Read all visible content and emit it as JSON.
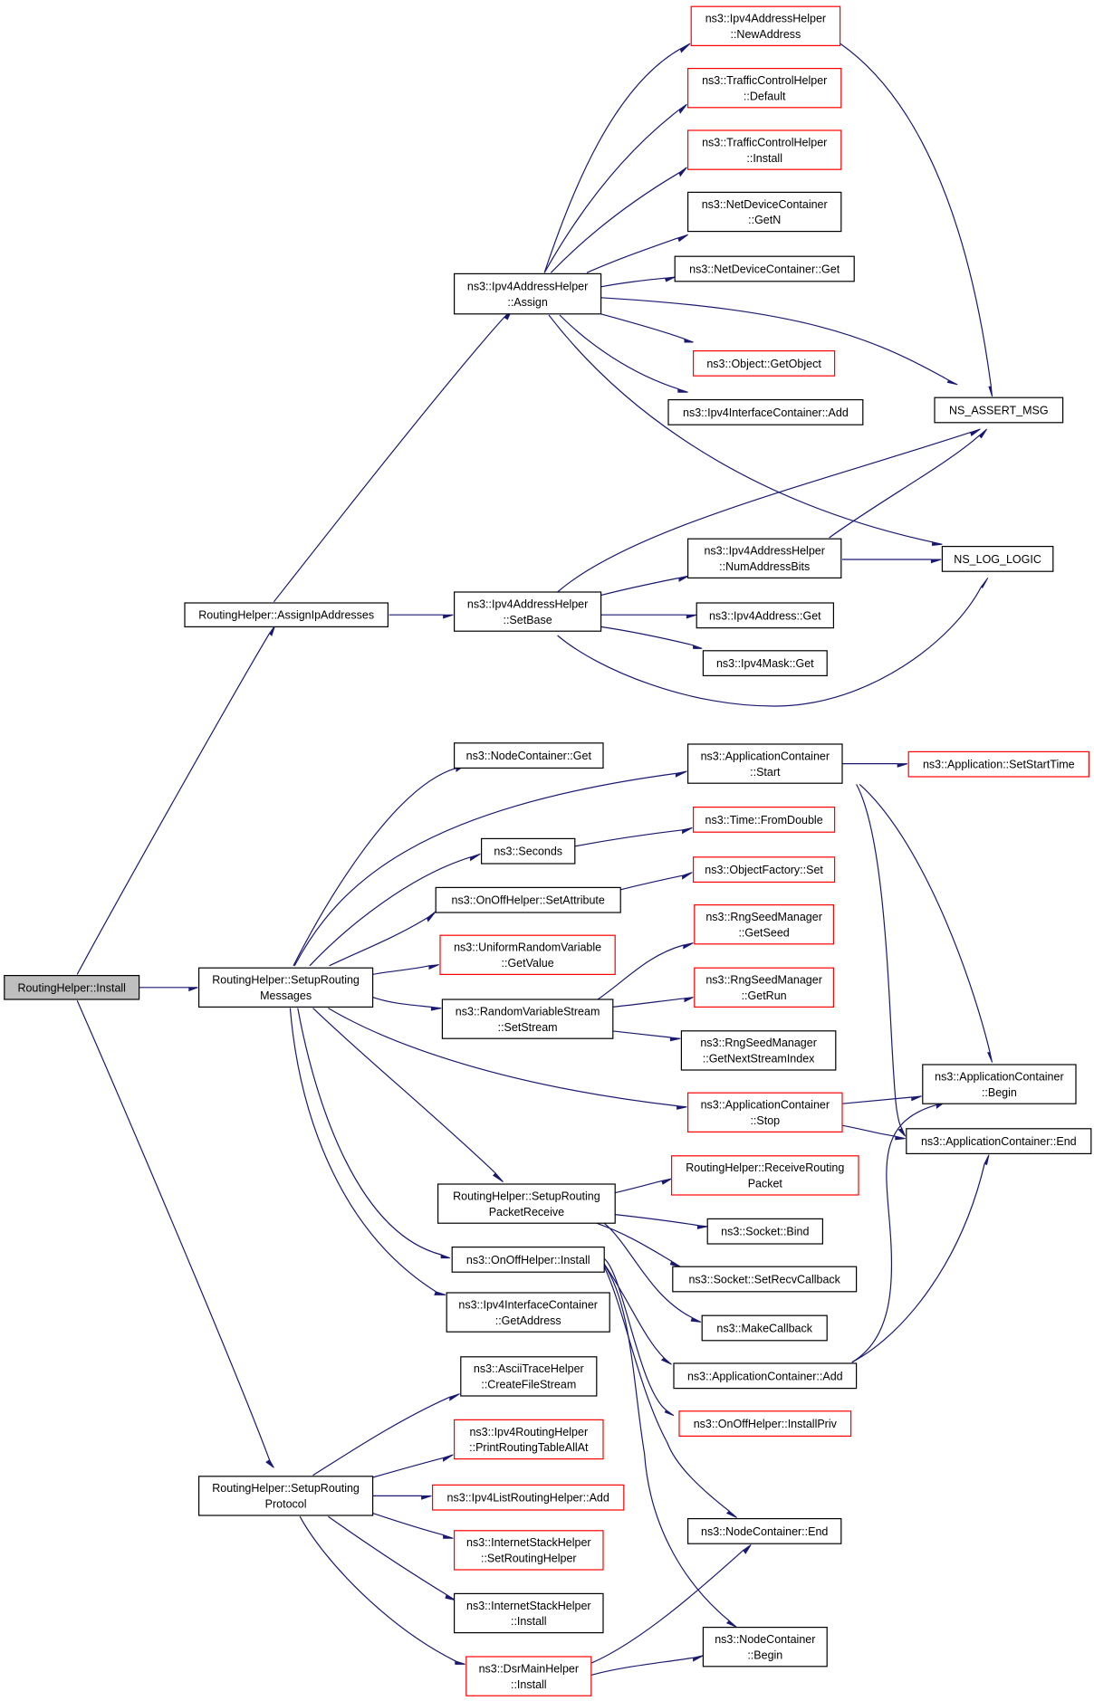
{
  "graph": {
    "nodes": [
      {
        "id": "root",
        "lines": [
          "RoutingHelper::Install"
        ],
        "style": "root"
      },
      {
        "id": "assignIp",
        "lines": [
          "RoutingHelper::AssignIpAddresses"
        ],
        "style": "normal"
      },
      {
        "id": "setupMsg",
        "lines": [
          "RoutingHelper::SetupRouting",
          "Messages"
        ],
        "style": "normal"
      },
      {
        "id": "setupProto",
        "lines": [
          "RoutingHelper::SetupRouting",
          "Protocol"
        ],
        "style": "normal"
      },
      {
        "id": "v4Assign",
        "lines": [
          "ns3::Ipv4AddressHelper",
          "::Assign"
        ],
        "style": "normal"
      },
      {
        "id": "v4SetBase",
        "lines": [
          "ns3::Ipv4AddressHelper",
          "::SetBase"
        ],
        "style": "normal"
      },
      {
        "id": "v4NewAddr",
        "lines": [
          "ns3::Ipv4AddressHelper",
          "::NewAddress"
        ],
        "style": "red"
      },
      {
        "id": "tcDefault",
        "lines": [
          "ns3::TrafficControlHelper",
          "::Default"
        ],
        "style": "red"
      },
      {
        "id": "tcInstall",
        "lines": [
          "ns3::TrafficControlHelper",
          "::Install"
        ],
        "style": "red"
      },
      {
        "id": "ndcGetN",
        "lines": [
          "ns3::NetDeviceContainer",
          "::GetN"
        ],
        "style": "normal"
      },
      {
        "id": "ndcGet",
        "lines": [
          "ns3::NetDeviceContainer::Get"
        ],
        "style": "normal"
      },
      {
        "id": "objGet",
        "lines": [
          "ns3::Object::GetObject"
        ],
        "style": "red"
      },
      {
        "id": "v4icAdd",
        "lines": [
          "ns3::Ipv4InterfaceContainer::Add"
        ],
        "style": "normal"
      },
      {
        "id": "assertMsg",
        "lines": [
          "NS_ASSERT_MSG"
        ],
        "style": "normal"
      },
      {
        "id": "logLogic",
        "lines": [
          "NS_LOG_LOGIC"
        ],
        "style": "normal"
      },
      {
        "id": "numAddrBits",
        "lines": [
          "ns3::Ipv4AddressHelper",
          "::NumAddressBits"
        ],
        "style": "normal"
      },
      {
        "id": "v4AddrGet",
        "lines": [
          "ns3::Ipv4Address::Get"
        ],
        "style": "normal"
      },
      {
        "id": "v4MaskGet",
        "lines": [
          "ns3::Ipv4Mask::Get"
        ],
        "style": "normal"
      },
      {
        "id": "ncGet",
        "lines": [
          "ns3::NodeContainer::Get"
        ],
        "style": "normal"
      },
      {
        "id": "appStart",
        "lines": [
          "ns3::ApplicationContainer",
          "::Start"
        ],
        "style": "normal"
      },
      {
        "id": "appSetStart",
        "lines": [
          "ns3::Application::SetStartTime"
        ],
        "style": "red"
      },
      {
        "id": "seconds",
        "lines": [
          "ns3::Seconds"
        ],
        "style": "normal"
      },
      {
        "id": "timeFromDouble",
        "lines": [
          "ns3::Time::FromDouble"
        ],
        "style": "red"
      },
      {
        "id": "onoffSetAttr",
        "lines": [
          "ns3::OnOffHelper::SetAttribute"
        ],
        "style": "normal"
      },
      {
        "id": "objFactSet",
        "lines": [
          "ns3::ObjectFactory::Set"
        ],
        "style": "red"
      },
      {
        "id": "urvGetValue",
        "lines": [
          "ns3::UniformRandomVariable",
          "::GetValue"
        ],
        "style": "red"
      },
      {
        "id": "rvsSetStream",
        "lines": [
          "ns3::RandomVariableStream",
          "::SetStream"
        ],
        "style": "normal"
      },
      {
        "id": "rsmGetSeed",
        "lines": [
          "ns3::RngSeedManager",
          "::GetSeed"
        ],
        "style": "red"
      },
      {
        "id": "rsmGetRun",
        "lines": [
          "ns3::RngSeedManager",
          "::GetRun"
        ],
        "style": "red"
      },
      {
        "id": "rsmNextStream",
        "lines": [
          "ns3::RngSeedManager",
          "::GetNextStreamIndex"
        ],
        "style": "normal"
      },
      {
        "id": "appStop",
        "lines": [
          "ns3::ApplicationContainer",
          "::Stop"
        ],
        "style": "red"
      },
      {
        "id": "appBegin",
        "lines": [
          "ns3::ApplicationContainer",
          "::Begin"
        ],
        "style": "normal"
      },
      {
        "id": "appEnd",
        "lines": [
          "ns3::ApplicationContainer::End"
        ],
        "style": "normal"
      },
      {
        "id": "setupPktRecv",
        "lines": [
          "RoutingHelper::SetupRouting",
          "PacketReceive"
        ],
        "style": "normal"
      },
      {
        "id": "recvRoutingPkt",
        "lines": [
          "RoutingHelper::ReceiveRouting",
          "Packet"
        ],
        "style": "red"
      },
      {
        "id": "sockBind",
        "lines": [
          "ns3::Socket::Bind"
        ],
        "style": "normal"
      },
      {
        "id": "sockSetRecv",
        "lines": [
          "ns3::Socket::SetRecvCallback"
        ],
        "style": "normal"
      },
      {
        "id": "makeCallback",
        "lines": [
          "ns3::MakeCallback"
        ],
        "style": "normal"
      },
      {
        "id": "onoffInstall",
        "lines": [
          "ns3::OnOffHelper::Install"
        ],
        "style": "normal"
      },
      {
        "id": "v4icGetAddr",
        "lines": [
          "ns3::Ipv4InterfaceContainer",
          "::GetAddress"
        ],
        "style": "normal"
      },
      {
        "id": "appAdd",
        "lines": [
          "ns3::ApplicationContainer::Add"
        ],
        "style": "normal"
      },
      {
        "id": "onoffInstallPriv",
        "lines": [
          "ns3::OnOffHelper::InstallPriv"
        ],
        "style": "red"
      },
      {
        "id": "asciiCreate",
        "lines": [
          "ns3::AsciiTraceHelper",
          "::CreateFileStream"
        ],
        "style": "normal"
      },
      {
        "id": "v4rhPrint",
        "lines": [
          "ns3::Ipv4RoutingHelper",
          "::PrintRoutingTableAllAt"
        ],
        "style": "red"
      },
      {
        "id": "v4lrhAdd",
        "lines": [
          "ns3::Ipv4ListRoutingHelper::Add"
        ],
        "style": "red"
      },
      {
        "id": "ishSetRouting",
        "lines": [
          "ns3::InternetStackHelper",
          "::SetRoutingHelper"
        ],
        "style": "red"
      },
      {
        "id": "ishInstall",
        "lines": [
          "ns3::InternetStackHelper",
          "::Install"
        ],
        "style": "normal"
      },
      {
        "id": "dsrInstall",
        "lines": [
          "ns3::DsrMainHelper",
          "::Install"
        ],
        "style": "red"
      },
      {
        "id": "ncEnd",
        "lines": [
          "ns3::NodeContainer::End"
        ],
        "style": "normal"
      },
      {
        "id": "ncBegin",
        "lines": [
          "ns3::NodeContainer",
          "::Begin"
        ],
        "style": "normal"
      }
    ]
  }
}
